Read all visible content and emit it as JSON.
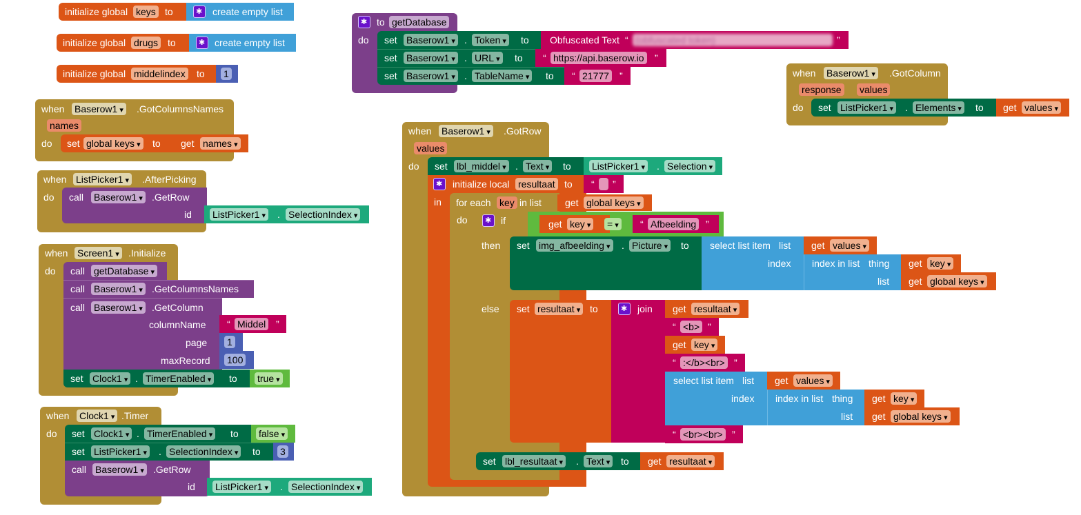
{
  "globals": [
    {
      "kw_init": "initialize global",
      "name": "keys",
      "kw_to": "to",
      "value_label": "create empty list"
    },
    {
      "kw_init": "initialize global",
      "name": "drugs",
      "kw_to": "to",
      "value_label": "create empty list"
    },
    {
      "kw_init": "initialize global",
      "name": "middelindex",
      "kw_to": "to",
      "value": "1"
    }
  ],
  "got_columns_names": {
    "when": "when",
    "component": "Baserow1",
    "event": ".GotColumnsNames",
    "param": "names",
    "do": "do",
    "set": "set",
    "var": "global keys",
    "to": "to",
    "get": "get",
    "get_var": "names"
  },
  "after_picking": {
    "when": "when",
    "component": "ListPicker1",
    "event": ".AfterPicking",
    "do": "do",
    "call": "call",
    "call_component": "Baserow1",
    "method": ".GetRow",
    "arg_label": "id",
    "arg_component": "ListPicker1",
    "dot": ".",
    "arg_property": "SelectionIndex"
  },
  "screen_init": {
    "when": "when",
    "component": "Screen1",
    "event": ".Initialize",
    "do": "do",
    "call": "call",
    "call1": "getDatabase",
    "call2_component": "Baserow1",
    "call2_method": ".GetColumnsNames",
    "call3_component": "Baserow1",
    "call3_method": ".GetColumn",
    "arg_columnName": "columnName",
    "columnName_value": "Middel",
    "arg_page": "page",
    "page_value": "1",
    "arg_maxRecord": "maxRecord",
    "maxRecord_value": "100",
    "set": "set",
    "set_component": "Clock1",
    "dot": ".",
    "set_property": "TimerEnabled",
    "to": "to",
    "set_value": "true"
  },
  "clock_timer": {
    "when": "when",
    "component": "Clock1",
    "event": ".Timer",
    "do": "do",
    "set": "set",
    "to": "to",
    "dot": ".",
    "s1_component": "Clock1",
    "s1_property": "TimerEnabled",
    "s1_value": "false",
    "s2_component": "ListPicker1",
    "s2_property": "SelectionIndex",
    "s2_value": "3",
    "call": "call",
    "call_component": "Baserow1",
    "call_method": ".GetRow",
    "arg_label": "id",
    "arg_component": "ListPicker1",
    "arg_property": "SelectionIndex"
  },
  "get_database": {
    "kw_to": "to",
    "name": "getDatabase",
    "do": "do",
    "set": "set",
    "to": "to",
    "dot": ".",
    "s1_component": "Baserow1",
    "s1_property": "Token",
    "s1_value_label": "Obfuscated Text",
    "s1_value": "(obfuscated token)",
    "s2_component": "Baserow1",
    "s2_property": "URL",
    "s2_value": "https://api.baserow.io",
    "s3_component": "Baserow1",
    "s3_property": "TableName",
    "s3_value": "21777"
  },
  "got_column": {
    "when": "when",
    "component": "Baserow1",
    "event": ".GotColumn",
    "param1": "response",
    "param2": "values",
    "do": "do",
    "set": "set",
    "set_component": "ListPicker1",
    "dot": ".",
    "set_property": "Elements",
    "to": "to",
    "get": "get",
    "get_var": "values"
  },
  "got_row": {
    "when": "when",
    "component": "Baserow1",
    "event": ".GotRow",
    "param": "values",
    "do": "do",
    "set": "set",
    "to": "to",
    "dot": ".",
    "get": "get",
    "s1_component": "lbl_middel",
    "s1_property": "Text",
    "s1_src_component": "ListPicker1",
    "s1_src_property": "Selection",
    "init_local": "initialize local",
    "local_name": "resultaat",
    "local_value": "",
    "in": "in",
    "for_each": "for each",
    "loop_var": "key",
    "in_list": "in list",
    "loop_list": "global keys",
    "if": "if",
    "then": "then",
    "else": "else",
    "cond_var": "key",
    "cond_op": "=",
    "cond_value": "Afbeelding",
    "then_component": "img_afbeelding",
    "then_property": "Picture",
    "select_item": "select list item",
    "list_kw": "list",
    "index_kw": "index",
    "index_in_list": "index in list",
    "thing_kw": "thing",
    "sel_list_var": "values",
    "thing_var": "key",
    "idx_list_var": "global keys",
    "else_var": "resultaat",
    "join": "join",
    "join_items": [
      "resultaat",
      "<b>",
      "key",
      ":</b><br>",
      "<br><br>"
    ],
    "final_component": "lbl_resultaat",
    "final_property": "Text",
    "final_var": "resultaat"
  }
}
